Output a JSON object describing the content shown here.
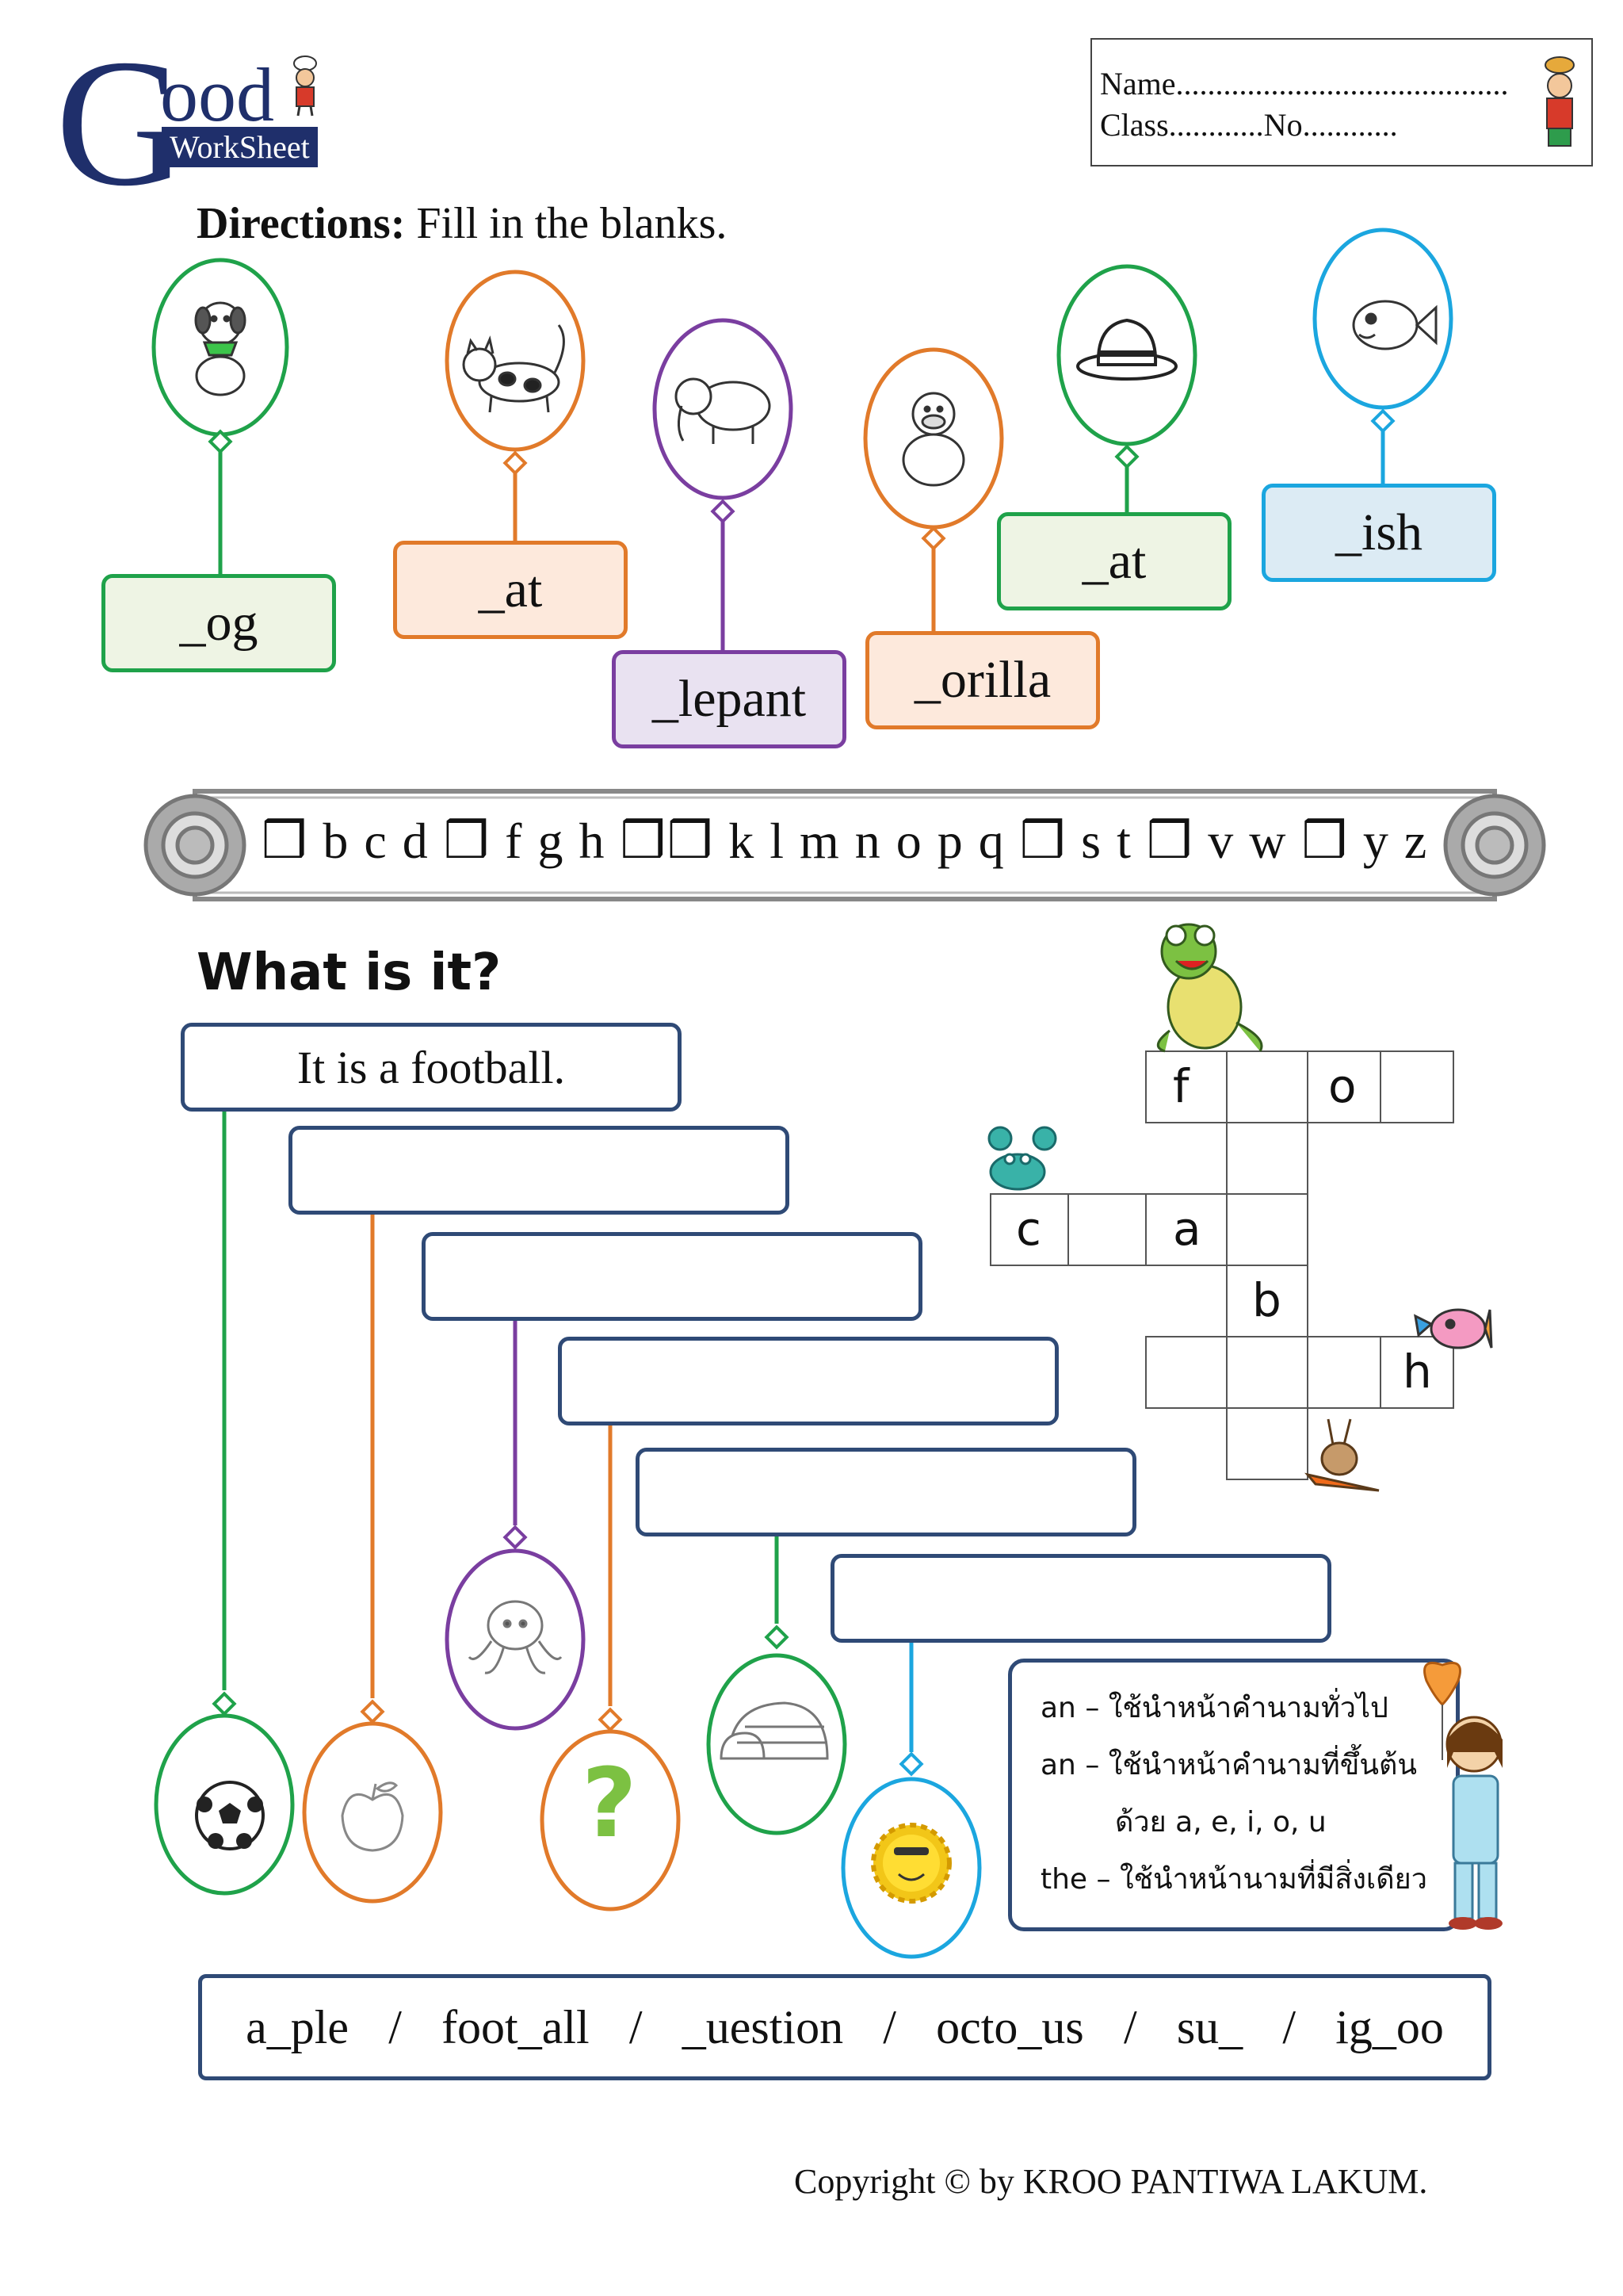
{
  "header": {
    "logo_big": "G",
    "logo_small": "ood",
    "logo_sub": "WorkSheet",
    "name_line": "Name..........................................",
    "class_line": "Class............No............"
  },
  "directions": {
    "label": "Directions:",
    "text": "Fill in the blanks."
  },
  "balloons": [
    {
      "word": "_og",
      "picture": "dog",
      "color": "green"
    },
    {
      "word": "_at",
      "picture": "cat",
      "color": "orange"
    },
    {
      "word": "_lepant",
      "picture": "elephant",
      "color": "purple"
    },
    {
      "word": "_orilla",
      "picture": "gorilla",
      "color": "orange"
    },
    {
      "word": "_at",
      "picture": "hat",
      "color": "green"
    },
    {
      "word": "_ish",
      "picture": "fish",
      "color": "blue"
    }
  ],
  "alphabet": {
    "text": "❒ b c d ❒ f g h ❒❒ k l m n o p q ❒ s t ❒ v w ❒ y z"
  },
  "section2": {
    "title": "What is it?",
    "answers": [
      "It is a football.",
      "",
      "",
      "",
      "",
      ""
    ],
    "pictures": [
      "football",
      "apple",
      "octopus",
      "question",
      "igloo",
      "sun"
    ]
  },
  "crossword": {
    "letters": [
      "f",
      "o",
      "c",
      "a",
      "b",
      "h"
    ]
  },
  "note": {
    "lines": [
      "an – ใช้นำหน้าคำนามทั่วไป",
      "an – ใช้นำหน้าคำนามที่ขึ้นต้น",
      "ด้วย a, e, i, o, u",
      "the – ใช้นำหน้านามที่มีสิ่งเดียว"
    ]
  },
  "wordbank": {
    "items": [
      "a_ple",
      "/",
      "foot_all",
      "/",
      "_uestion",
      "/",
      "octo_us",
      "/",
      "su_",
      "/",
      "ig_oo"
    ]
  },
  "footer": {
    "copyright": "Copyright © by KROO PANTIWA  LAKUM."
  },
  "colors": {
    "green": "#1fa24a",
    "orange": "#e17a2a",
    "purple": "#7a3ea0",
    "blue": "#1ba6df",
    "navy": "#2f4a76"
  }
}
